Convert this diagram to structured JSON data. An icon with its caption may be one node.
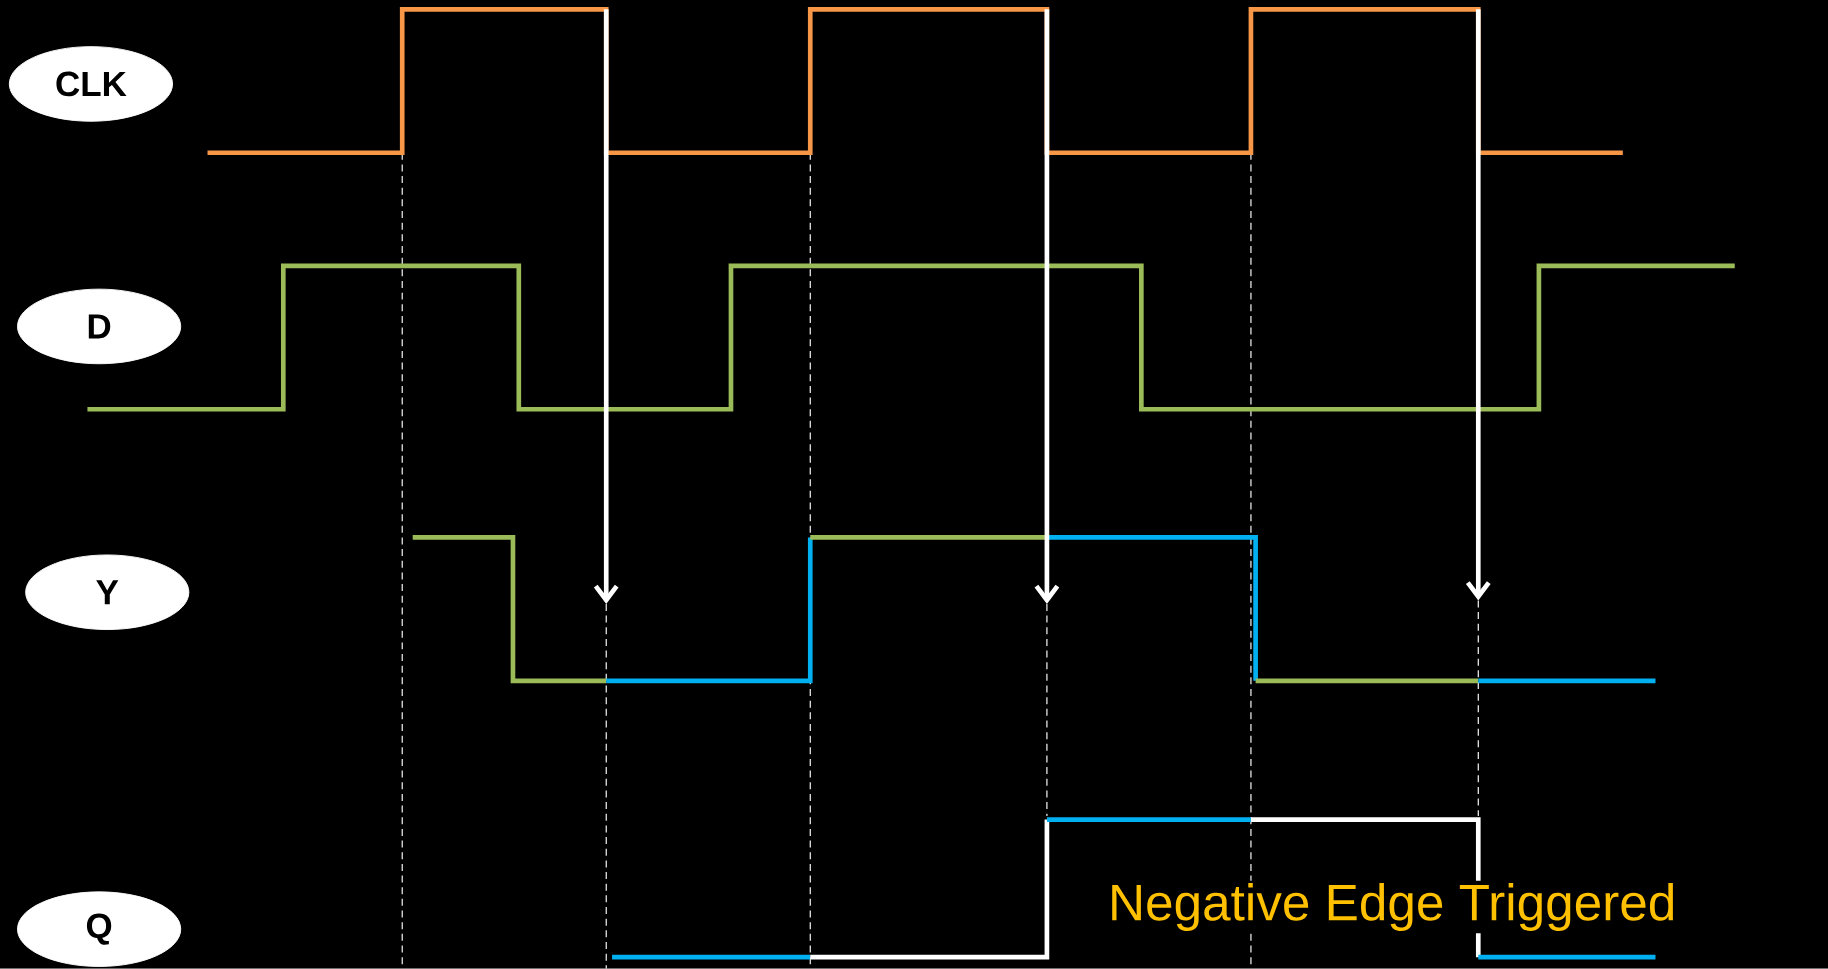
{
  "diagram": {
    "nodes": [
      {
        "text": [
          "CLK"
        ]
      },
      {
        "text": [
          "D"
        ]
      },
      {
        "text": [
          "Y"
        ]
      },
      {
        "text": [
          "Q"
        ]
      }
    ],
    "labels": [
      "Negative Edge Triggered"
    ]
  }
}
